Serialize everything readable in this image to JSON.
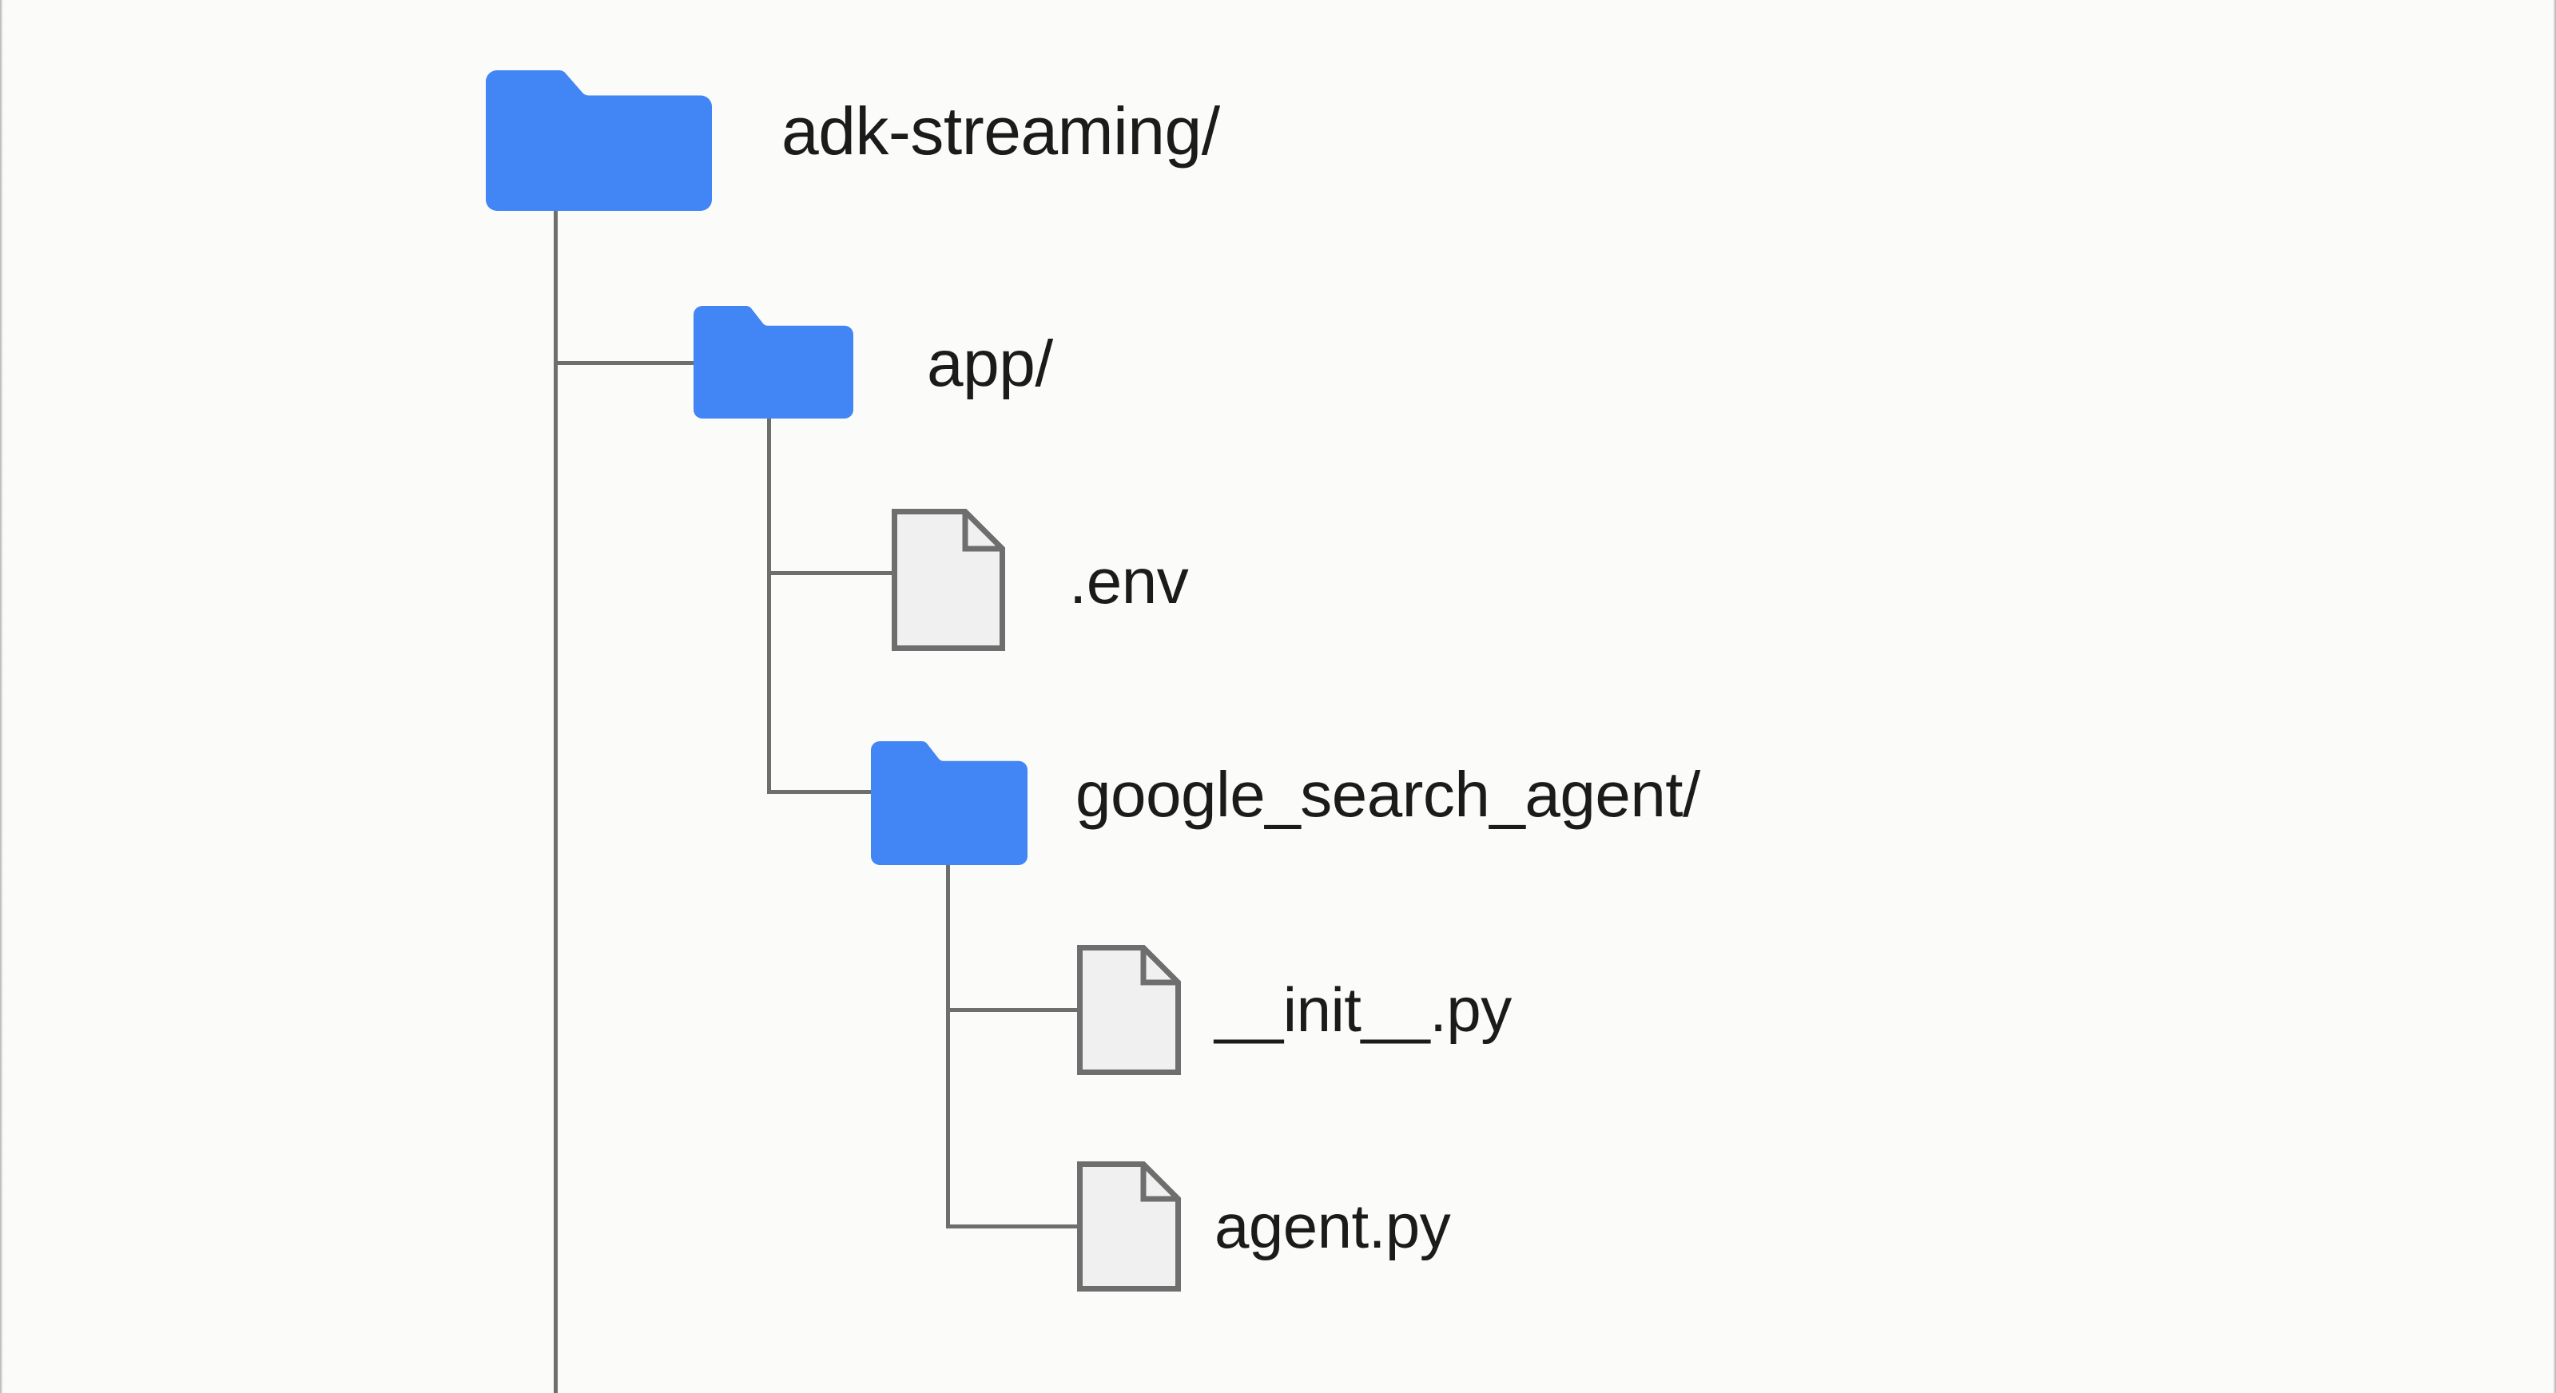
{
  "diagram": {
    "type": "file-tree",
    "title": "adk-streaming project structure",
    "background_color": "#fbfbf9",
    "folder_color": "#4285f4",
    "file_stroke_color": "#6e6e6e",
    "file_fill_color": "#f0f0f0",
    "connector_color": "#6e6e6e",
    "text_color": "#1b1b1b"
  },
  "nodes": {
    "root": {
      "label": "adk-streaming/",
      "kind": "folder",
      "depth": 0,
      "icon": "folder-icon"
    },
    "app": {
      "label": "app/",
      "kind": "folder",
      "depth": 1,
      "icon": "folder-icon"
    },
    "env": {
      "label": ".env",
      "kind": "file",
      "depth": 2,
      "icon": "file-icon"
    },
    "google_search_agent": {
      "label": "google_search_agent/",
      "kind": "folder",
      "depth": 2,
      "icon": "folder-icon"
    },
    "init_py": {
      "label": "__init__.py",
      "kind": "file",
      "depth": 3,
      "icon": "file-icon"
    },
    "agent_py": {
      "label": "agent.py",
      "kind": "file",
      "depth": 3,
      "icon": "file-icon"
    }
  },
  "tree_text": [
    "adk-streaming/",
    "app/",
    ".env",
    "google_search_agent/",
    "__init__.py",
    "agent.py"
  ]
}
